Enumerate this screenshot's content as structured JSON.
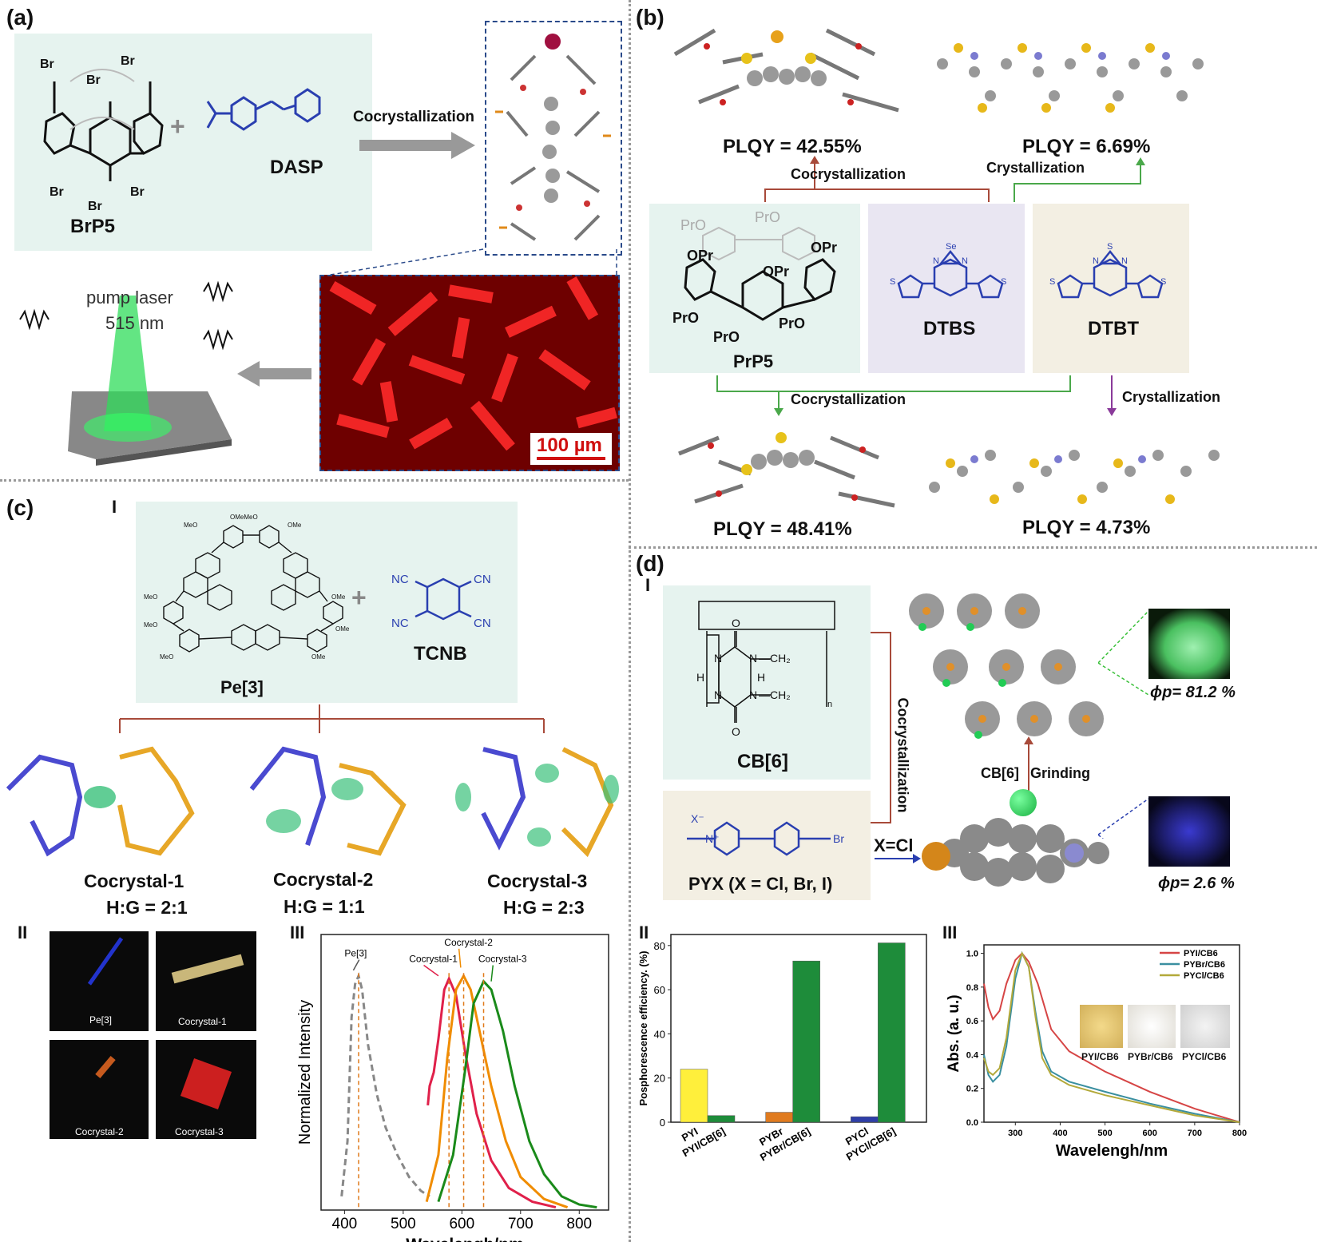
{
  "panels": {
    "a": {
      "label": "(a)",
      "host": "BrP5",
      "guest": "DASP",
      "arrow": "Cocrystallization",
      "laser_line1": "pump laser",
      "laser_line2": "515 nm",
      "scale_bar": "100 µm",
      "br": "Br"
    },
    "b": {
      "label": "(b)",
      "plqy_tl": "PLQY = 42.55%",
      "plqy_tr": "PLQY = 6.69%",
      "plqy_bl": "PLQY = 48.41%",
      "plqy_br": "PLQY = 4.73%",
      "arrow_cocryst_top": "Cocrystallization",
      "arrow_cryst_top": "Crystallization",
      "arrow_cocryst_bottom": "Cocrystallization",
      "arrow_cryst_bottom": "Crystallization",
      "host": "PrP5",
      "dtbs": "DTBS",
      "dtbt": "DTBT",
      "opr": "OPr",
      "pro": "PrO"
    },
    "c": {
      "label": "(c)",
      "roman1": "I",
      "roman2": "II",
      "roman3": "III",
      "host": "Pe[3]",
      "guest": "TCNB",
      "cocrystals": [
        {
          "name": "Cocrystal-1",
          "ratio": "H:G = 2:1"
        },
        {
          "name": "Cocrystal-2",
          "ratio": "H:G = 1:1"
        },
        {
          "name": "Cocrystal-3",
          "ratio": "H:G = 2:3"
        }
      ],
      "photos": [
        "Pe[3]",
        "Cocrystal-1",
        "Cocrystal-2",
        "Cocrystal-3"
      ],
      "photo_colors": [
        "#2233cc",
        "#c9b77a",
        "#c65a1e",
        "#cc1f1f"
      ]
    },
    "d": {
      "label": "(d)",
      "roman1": "I",
      "roman2": "II",
      "roman3": "III",
      "cb6": "CB[6]",
      "pyx": "PYX (X = Cl, Br, I)",
      "cocryst": "Cocrystallization",
      "grinding_cb6": "CB[6]",
      "grinding": "Grinding",
      "xcl": "X=Cl",
      "phi_high": "ϕp= 81.2 %",
      "phi_low": "ϕp= 2.6 %"
    }
  },
  "chart_data": [
    {
      "id": "c-III",
      "type": "line",
      "xlabel": "Wavelengh/nm",
      "ylabel": "Normalized Intensity",
      "xlim": [
        360,
        850
      ],
      "xticks": [
        400,
        500,
        600,
        700,
        800
      ],
      "series": [
        {
          "name": "Pe[3]",
          "color": "#888888",
          "dashed": true,
          "peak": 424,
          "x": [
            395,
            405,
            412,
            418,
            424,
            430,
            440,
            455,
            470,
            490,
            510,
            530,
            545
          ],
          "y": [
            0.05,
            0.25,
            0.7,
            0.82,
            0.85,
            0.8,
            0.6,
            0.42,
            0.3,
            0.2,
            0.12,
            0.07,
            0.05
          ]
        },
        {
          "name": "Cocrystal-1",
          "color": "#e0204a",
          "dashed": false,
          "peak": 578,
          "x": [
            542,
            545,
            552,
            560,
            570,
            578,
            590,
            605,
            625,
            650,
            680,
            720,
            760
          ],
          "y": [
            0.38,
            0.45,
            0.5,
            0.62,
            0.8,
            0.84,
            0.78,
            0.58,
            0.35,
            0.18,
            0.08,
            0.03,
            0.01
          ]
        },
        {
          "name": "Cocrystal-2",
          "color": "#f08c00",
          "dashed": false,
          "peak": 603,
          "x": [
            540,
            560,
            575,
            590,
            603,
            615,
            630,
            650,
            675,
            700,
            740,
            780
          ],
          "y": [
            0.03,
            0.2,
            0.55,
            0.8,
            0.85,
            0.8,
            0.65,
            0.45,
            0.25,
            0.12,
            0.04,
            0.01
          ]
        },
        {
          "name": "Cocrystal-3",
          "color": "#1a8a1a",
          "dashed": false,
          "peak": 637,
          "x": [
            560,
            585,
            605,
            620,
            637,
            650,
            670,
            690,
            715,
            740,
            770,
            800,
            830
          ],
          "y": [
            0.03,
            0.2,
            0.5,
            0.75,
            0.83,
            0.8,
            0.65,
            0.45,
            0.25,
            0.13,
            0.05,
            0.02,
            0.01
          ]
        }
      ]
    },
    {
      "id": "d-II",
      "type": "bar",
      "ylabel": "Posphorescence efficiency. (%)",
      "ylim": [
        0,
        85
      ],
      "yticks": [
        0,
        20,
        40,
        60,
        80
      ],
      "categories": [
        "PYI",
        "PYI/CB[6]",
        "PYBr",
        "PYBr/CB[6]",
        "PYCl",
        "PYCl/CB[6]"
      ],
      "values": [
        24,
        3,
        4.5,
        73,
        2.5,
        81.2
      ],
      "colors": [
        "#ffef3b",
        "#1e8c3a",
        "#e07b1f",
        "#1e8c3a",
        "#2e3ea8",
        "#1e8c3a"
      ]
    },
    {
      "id": "d-III",
      "type": "line",
      "xlabel": "Wavelengh/nm",
      "ylabel": "Abs. (a. u.)",
      "xlim": [
        230,
        800
      ],
      "ylim": [
        0,
        1.05
      ],
      "xticks": [
        300,
        400,
        500,
        600,
        700,
        800
      ],
      "yticks": [
        0.0,
        0.2,
        0.4,
        0.6,
        0.8,
        1.0
      ],
      "inset_labels": [
        "PYI/CB6",
        "PYBr/CB6",
        "PYCl/CB6"
      ],
      "series": [
        {
          "name": "PYI/CB6",
          "color": "#d64545",
          "x": [
            230,
            240,
            250,
            265,
            280,
            300,
            315,
            330,
            350,
            380,
            420,
            500,
            600,
            700,
            800
          ],
          "y": [
            0.82,
            0.68,
            0.61,
            0.66,
            0.82,
            0.96,
            1.0,
            0.95,
            0.82,
            0.55,
            0.42,
            0.3,
            0.18,
            0.08,
            0.0
          ]
        },
        {
          "name": "PYBr/CB6",
          "color": "#3a8fa0",
          "x": [
            230,
            240,
            250,
            265,
            280,
            300,
            315,
            330,
            345,
            360,
            380,
            420,
            500,
            600,
            700,
            800
          ],
          "y": [
            0.4,
            0.28,
            0.24,
            0.28,
            0.45,
            0.85,
            1.0,
            0.92,
            0.65,
            0.42,
            0.3,
            0.24,
            0.18,
            0.11,
            0.05,
            0.0
          ]
        },
        {
          "name": "PYCl/CB6",
          "color": "#b3a93a",
          "x": [
            230,
            240,
            250,
            265,
            280,
            300,
            315,
            330,
            345,
            360,
            380,
            420,
            500,
            600,
            700,
            800
          ],
          "y": [
            0.38,
            0.3,
            0.28,
            0.32,
            0.5,
            0.9,
            1.0,
            0.92,
            0.62,
            0.38,
            0.28,
            0.22,
            0.16,
            0.1,
            0.04,
            0.0
          ]
        }
      ]
    }
  ]
}
